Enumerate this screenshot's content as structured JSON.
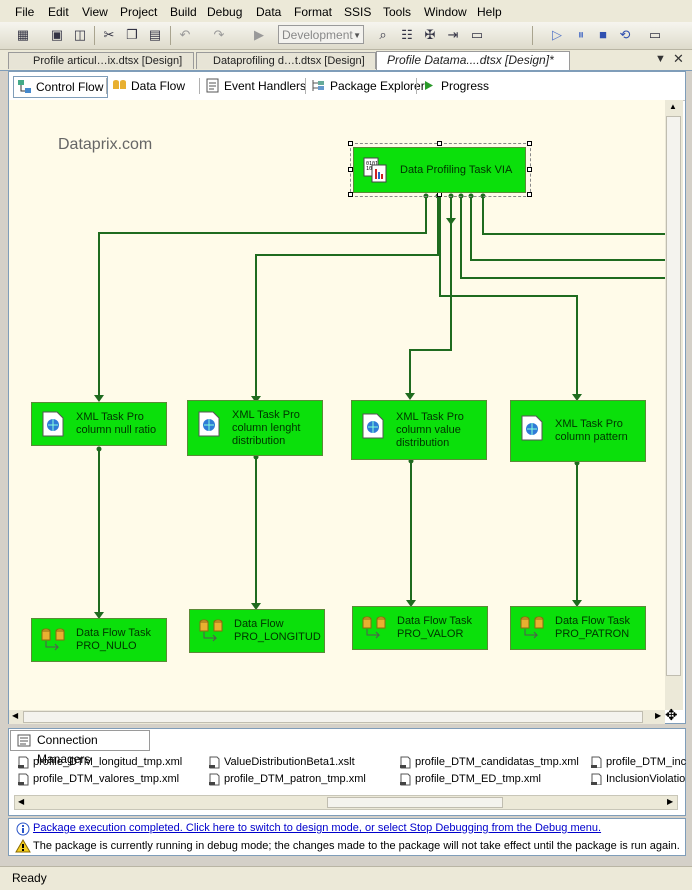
{
  "menu": [
    "File",
    "Edit",
    "View",
    "Project",
    "Build",
    "Debug",
    "Data",
    "Format",
    "SSIS",
    "Tools",
    "Window",
    "Help"
  ],
  "toolbar": {
    "configuration": "Development"
  },
  "doc_tabs": [
    "Profile articul…ix.dtsx [Design]",
    "Dataprofiling d…t.dtsx [Design]",
    "Profile Datama....dtsx [Design]*"
  ],
  "designer_tabs": [
    "Control Flow",
    "Data Flow",
    "Event Handlers",
    "Package Explorer",
    "Progress"
  ],
  "watermark": "Dataprix.com",
  "tasks": {
    "root": "Data Profiling Task VIA",
    "xml1": "XML Task Pro column null ratio",
    "xml2": "XML Task Pro column lenght distribution",
    "xml3": "XML Task Pro column value distribution",
    "xml4": "XML Task Pro column pattern",
    "df1": "Data Flow Task PRO_NULO",
    "df2": "Data Flow PRO_LONGITUD",
    "df3": "Data Flow Task PRO_VALOR",
    "df4": "Data Flow Task PRO_PATRON"
  },
  "connection_managers": {
    "title": "Connection Managers",
    "items": [
      "profile_DTM_longitud_tmp.xml",
      "ValueDistributionBeta1.xslt",
      "profile_DTM_candidatas_tmp.xml",
      "profile_DTM_inc",
      "profile_DTM_valores_tmp.xml",
      "profile_DTM_patron_tmp.xml",
      "profile_DTM_ED_tmp.xml",
      "InclusionViolatio"
    ]
  },
  "messages": {
    "info": "Package execution completed. Click here to switch to design mode, or select Stop Debugging from the Debug menu.",
    "warning": "The package is currently running in debug mode; the changes made to the package will not take effect until the package is run again."
  },
  "status": "Ready",
  "colors": {
    "task_fill": "#0be00b",
    "connector": "#1f6b1f",
    "canvas": "#fffbe9"
  }
}
